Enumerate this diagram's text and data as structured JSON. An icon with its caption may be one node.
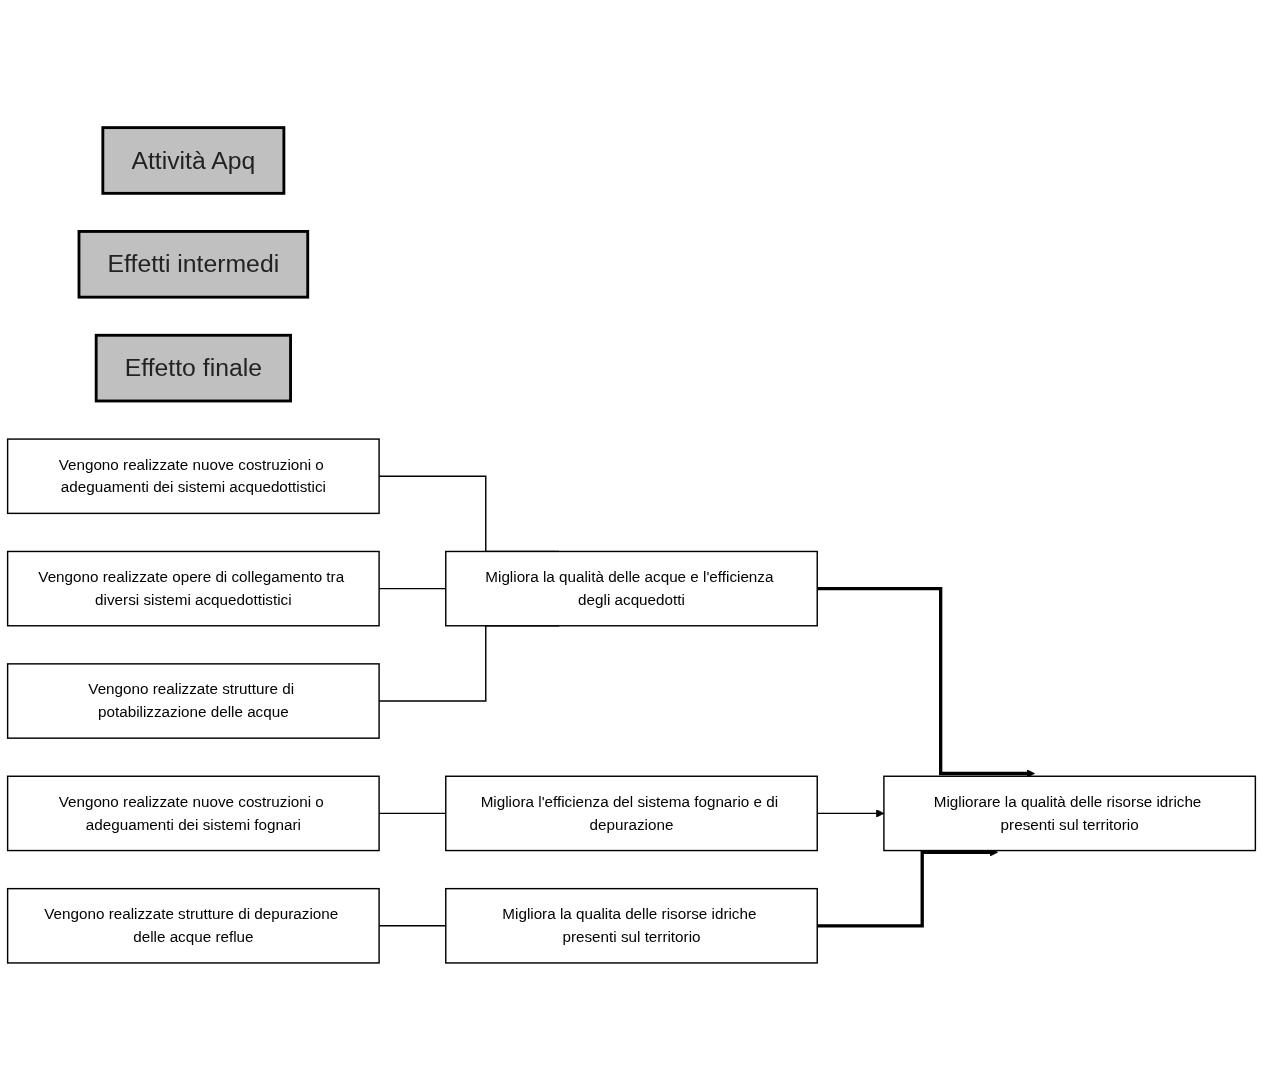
{
  "diagram": {
    "nodes": [
      {
        "text": [
          "Attività Apq"
        ]
      },
      {
        "text": [
          "Effetti intermedi"
        ]
      },
      {
        "text": [
          "Effetto finale"
        ]
      },
      {
        "text": [
          "Vengono realizzate nuove costruzioni o adeguamenti dei sistemi acquedottistici"
        ]
      },
      {
        "text": [
          "Vengono realizzate opere di collegamento tra diversi sistemi acquedottistici"
        ]
      },
      {
        "text": [
          "Vengono realizzate strutture di potabilizzazione delle acque"
        ]
      },
      {
        "text": [
          "Migliora la qualità delle acque e l'efficienza degli acquedotti"
        ]
      },
      {
        "text": [
          "Vengono realizzate nuove costruzioni o adeguamenti dei sistemi fognari"
        ]
      },
      {
        "text": [
          "Migliora l'efficienza del sistema fognario e di depurazione"
        ]
      },
      {
        "text": [
          "Vengono realizzate strutture di depurazione delle acque reflue"
        ]
      },
      {
        "text": [
          "Migliora la qualita delle risorse idriche presenti sul territorio"
        ]
      },
      {
        "text": [
          "Migliorare la qualità delle risorse idriche presenti sul territorio"
        ]
      }
    ],
    "edges": [
      {
        "from": 3,
        "to": 6,
        "arrow": "none"
      },
      {
        "from": 4,
        "to": 6,
        "arrow": "none"
      },
      {
        "from": 5,
        "to": 6,
        "arrow": "none"
      },
      {
        "from": 7,
        "to": 8,
        "arrow": "none"
      },
      {
        "from": 9,
        "to": 10,
        "arrow": "none"
      },
      {
        "from": 6,
        "to": 11,
        "arrow": "to",
        "style": "thick"
      },
      {
        "from": 8,
        "to": 11,
        "arrow": "to"
      },
      {
        "from": 10,
        "to": 11,
        "arrow": "to",
        "style": "thick"
      }
    ]
  }
}
